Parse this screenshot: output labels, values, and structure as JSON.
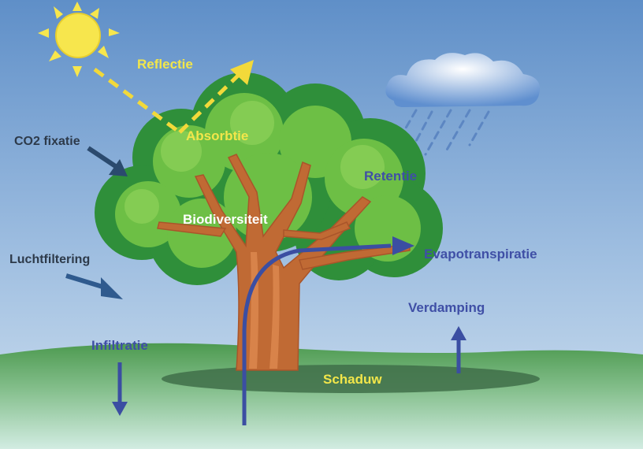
{
  "labels": {
    "reflectie": "Reflectie",
    "absorbtie": "Absorbtie",
    "co2_fixatie": "CO2 fixatie",
    "retentie": "Retentie",
    "biodiversiteit": "Biodiversiteit",
    "luchtfiltering": "Luchtfiltering",
    "evapotranspiratie": "Evapotranspiratie",
    "verdamping": "Verdamping",
    "infiltratie": "Infiltratie",
    "schaduw": "Schaduw"
  },
  "colors": {
    "sky_top": "#5f8fc8",
    "sky_bottom": "#c9dcee",
    "ground_top": "#4f9a52",
    "ground_bottom": "#c6e6d6",
    "leaf_dark": "#2f8f3a",
    "leaf_light": "#7cc94a",
    "trunk": "#b85f2b",
    "trunk_light": "#d9824a",
    "sun": "#f7e64d",
    "arrow_yellow": "#f2d93a",
    "arrow_blue": "#3b4ea2",
    "arrow_dark": "#2b4a6e",
    "label_yellow": "#f2e64a",
    "label_blue": "#3f4fa6",
    "label_dark": "#2d3a4a"
  },
  "icons": [
    "sun-icon",
    "rain-cloud-icon",
    "tree-icon"
  ]
}
